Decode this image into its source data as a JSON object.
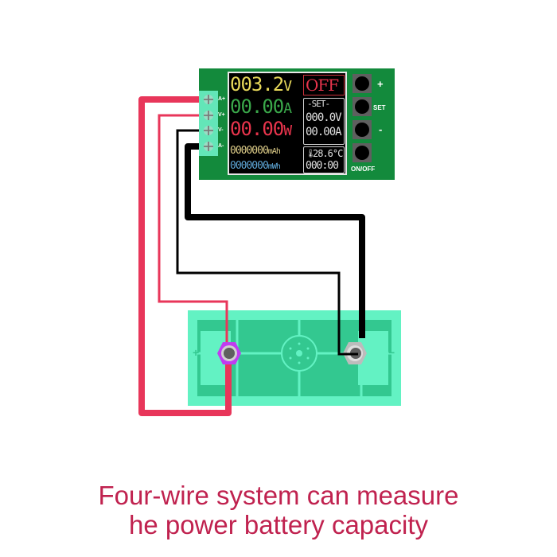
{
  "colors": {
    "board": "#138a3c",
    "terminal": "#63e6b8",
    "wire_red": "#e8365a",
    "wire_black": "#000000",
    "battery": "#63f2c3",
    "battery_dark": "#33c890",
    "positive_nut": "#c03cf0",
    "negative_nut": "#bcbcbc",
    "caption": "#c0224f"
  },
  "module": {
    "terminals": [
      {
        "label": "A+",
        "icon": "screw-terminal-icon"
      },
      {
        "label": "V+",
        "icon": "screw-terminal-icon"
      },
      {
        "label": "V-",
        "icon": "screw-terminal-icon"
      },
      {
        "label": "A-",
        "icon": "screw-terminal-icon"
      }
    ],
    "display": {
      "voltage": "003.2",
      "voltage_unit": "V",
      "current": "00.00",
      "current_unit": "A",
      "power": "00.00",
      "power_unit": "W",
      "capacity_mah": "0000000",
      "capacity_mah_unit": "mAh",
      "energy_mwh": "0000000",
      "energy_mwh_unit": "mWh",
      "state": "OFF",
      "set_label": "-SET-",
      "set_voltage": "000.0",
      "set_voltage_unit": "V",
      "set_current": "00.00",
      "set_current_unit": "A",
      "temperature": "28.6",
      "temperature_unit": "°C",
      "timer": "000:00"
    },
    "buttons": [
      {
        "label": "+",
        "name": "plus-button"
      },
      {
        "label": "SET",
        "name": "set-button"
      },
      {
        "label": "-",
        "name": "minus-button"
      },
      {
        "label": "ON/OFF",
        "name": "on-off-button"
      }
    ]
  },
  "battery": {
    "positive_label": "+",
    "negative_label": "−"
  },
  "caption": {
    "line1": "Four-wire system can measure",
    "line2": "he power battery capacity"
  }
}
